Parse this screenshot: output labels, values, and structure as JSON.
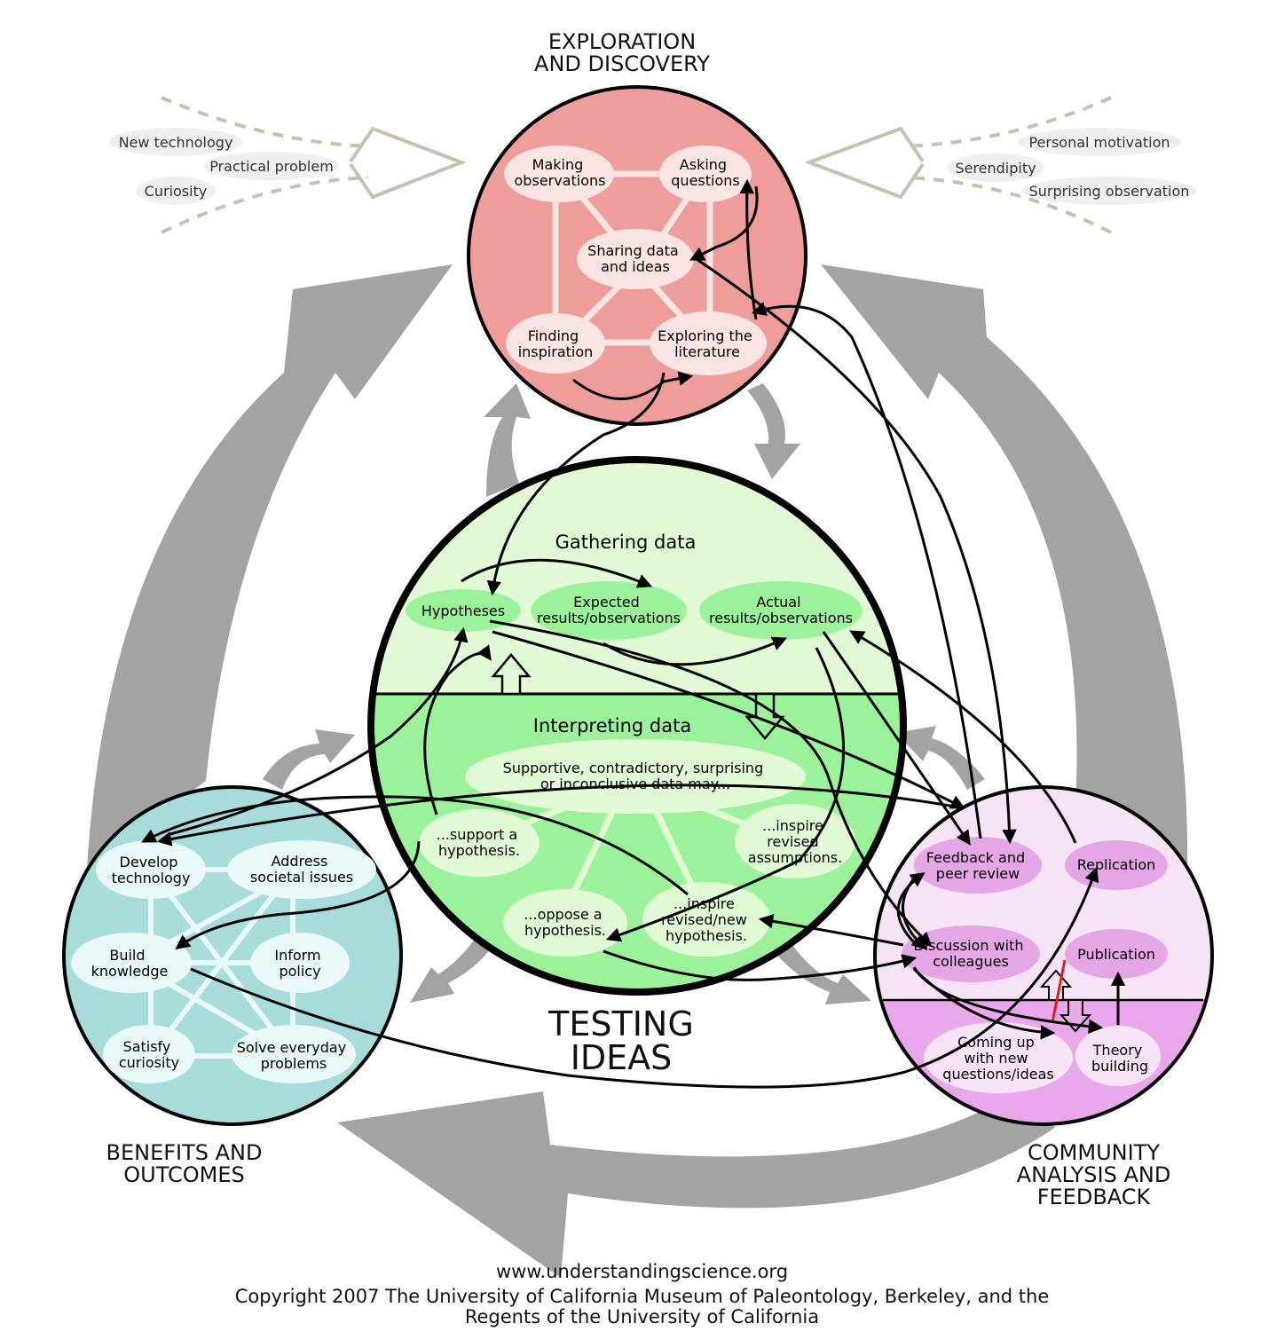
{
  "sections": {
    "exploration": {
      "title": [
        "EXPLORATION",
        "AND DISCOVERY"
      ],
      "nodes": {
        "making": [
          "Making",
          "observations"
        ],
        "asking": [
          "Asking",
          "questions"
        ],
        "sharing": [
          "Sharing data",
          "and ideas"
        ],
        "finding": [
          "Finding",
          "inspiration"
        ],
        "exploring": [
          "Exploring the",
          "literature"
        ]
      }
    },
    "testing": {
      "title": [
        "TESTING",
        "IDEAS"
      ],
      "gathering_label": "Gathering data",
      "interpreting_label": "Interpreting data",
      "nodes": {
        "hypotheses": [
          "Hypotheses"
        ],
        "expected": [
          "Expected",
          "results/observations"
        ],
        "actual": [
          "Actual",
          "results/observations"
        ],
        "supportive": [
          "Supportive, contradictory, surprising",
          "or inconclusive data may..."
        ],
        "support": [
          "...support a",
          "hypothesis."
        ],
        "inspire_assumptions": [
          "...inspire",
          "revised",
          "assumptions."
        ],
        "oppose": [
          "...oppose a",
          "hypothesis."
        ],
        "inspire_hypothesis": [
          "...inspire",
          "revised/new",
          "hypothesis."
        ]
      }
    },
    "benefits": {
      "title": [
        "BENEFITS AND",
        "OUTCOMES"
      ],
      "nodes": {
        "develop": [
          "Develop",
          "technology"
        ],
        "address": [
          "Address",
          "societal issues"
        ],
        "build": [
          "Build",
          "knowledge"
        ],
        "inform": [
          "Inform",
          "policy"
        ],
        "satisfy": [
          "Satisfy",
          "curiosity"
        ],
        "solve": [
          "Solve everyday",
          "problems"
        ]
      }
    },
    "community": {
      "title": [
        "COMMUNITY",
        "ANALYSIS AND",
        "FEEDBACK"
      ],
      "nodes": {
        "feedback": [
          "Feedback and",
          "peer review"
        ],
        "replication": [
          "Replication"
        ],
        "discussion": [
          "Discussion with",
          "colleagues"
        ],
        "publication": [
          "Publication"
        ],
        "coming": [
          "Coming up",
          "with new",
          "questions/ideas"
        ],
        "theory": [
          "Theory",
          "building"
        ]
      }
    }
  },
  "influences": {
    "left": [
      "New technology",
      "Practical problem",
      "Curiosity"
    ],
    "right": [
      "Personal motivation",
      "Serendipity",
      "Surprising observation"
    ]
  },
  "footer": {
    "url": "www.understandingscience.org",
    "copyright_line1": "Copyright 2007 The University of California Museum of Paleontology, Berkeley, and the",
    "copyright_line2": "Regents of the University of California"
  },
  "colors": {
    "exploration_fill": "#ee9d9b",
    "exploration_node": "#fbe5e4",
    "gathering_fill": "#e2fbd6",
    "gathering_node": "#9cf29a",
    "interpreting_fill": "#9cf29a",
    "interpreting_node": "#e2fbd6",
    "benefits_fill": "#a7dcdb",
    "benefits_node": "#e9f8f8",
    "community_top": "#f6e4f6",
    "community_bottom": "#e9a8e9",
    "community_node": "#e5a6e6",
    "cycle_gray": "#a3a3a3",
    "influence_tan": "#c6c2ae"
  }
}
